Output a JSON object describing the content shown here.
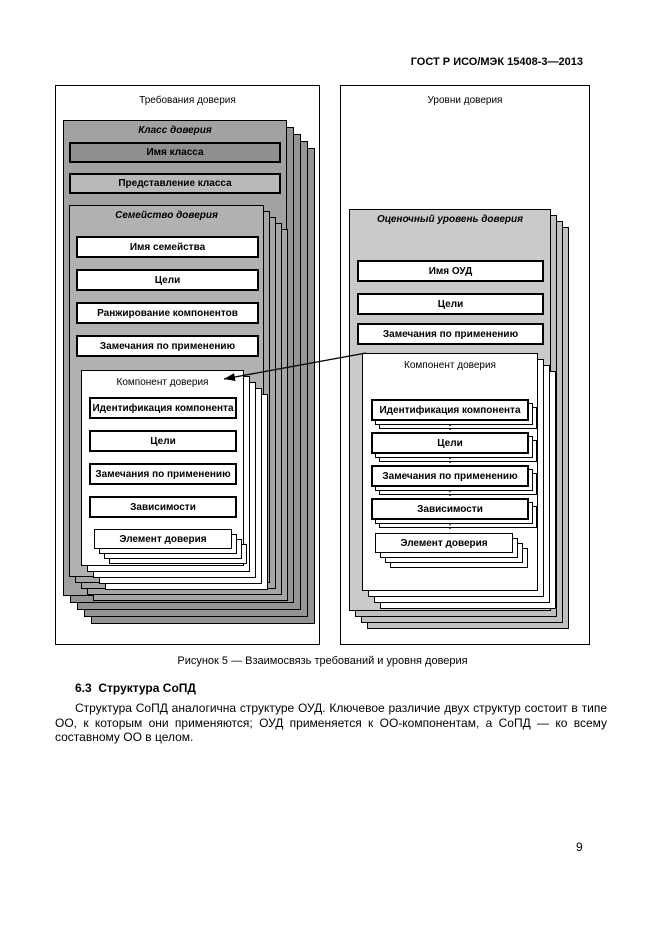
{
  "header": {
    "title": "ГОСТ Р ИСО/МЭК 15408-3—2013"
  },
  "left": {
    "panel_title": "Требования доверия",
    "class_title": "Класс доверия",
    "class_name": "Имя класса",
    "class_presentation": "Представление класса",
    "family_title": "Семейство доверия",
    "family_name": "Имя семейства",
    "family_objectives": "Цели",
    "family_ranking": "Ранжирование компонентов",
    "family_notes": "Замечания по применению",
    "component_title": "Компонент доверия",
    "component_id": "Идентификация компонента",
    "component_objectives": "Цели",
    "component_notes": "Замечания по применению",
    "component_dependencies": "Зависимости",
    "element_label": "Элемент доверия"
  },
  "right": {
    "panel_title": "Уровни доверия",
    "eal_title": "Оценочный уровень доверия",
    "eal_name": "Имя ОУД",
    "eal_objectives": "Цели",
    "eal_notes": "Замечания по применению",
    "component_title": "Компонент доверия",
    "component_id": "Идентификация компонента",
    "component_objectives": "Цели",
    "component_notes": "Замечания по применению",
    "component_dependencies": "Зависимости",
    "element_label": "Элемент доверия",
    "ellipsis_mark": ":"
  },
  "figure": {
    "caption": "Рисунок 5 — Взаимосвязь требований и уровня доверия"
  },
  "section": {
    "heading": "6.3  Структура СоПД",
    "body": "Структура СоПД аналогична структуре ОУД. Ключевое различие двух структур состоит в типе ОО, к которым они применяются; ОУД применяется к ОО-компонентам, а СоПД — ко всему составному ОО в целом."
  },
  "footer": {
    "page_number": "9"
  },
  "colors": {
    "paper": "#ffffff",
    "ink": "#000000",
    "class_fill": "#a2a2a2",
    "class_name_fill": "#8f8f8f",
    "class_presentation_fill": "#b9b9b9",
    "family_fill": "#b1b1b1",
    "eal_fill": "#cacaca"
  }
}
